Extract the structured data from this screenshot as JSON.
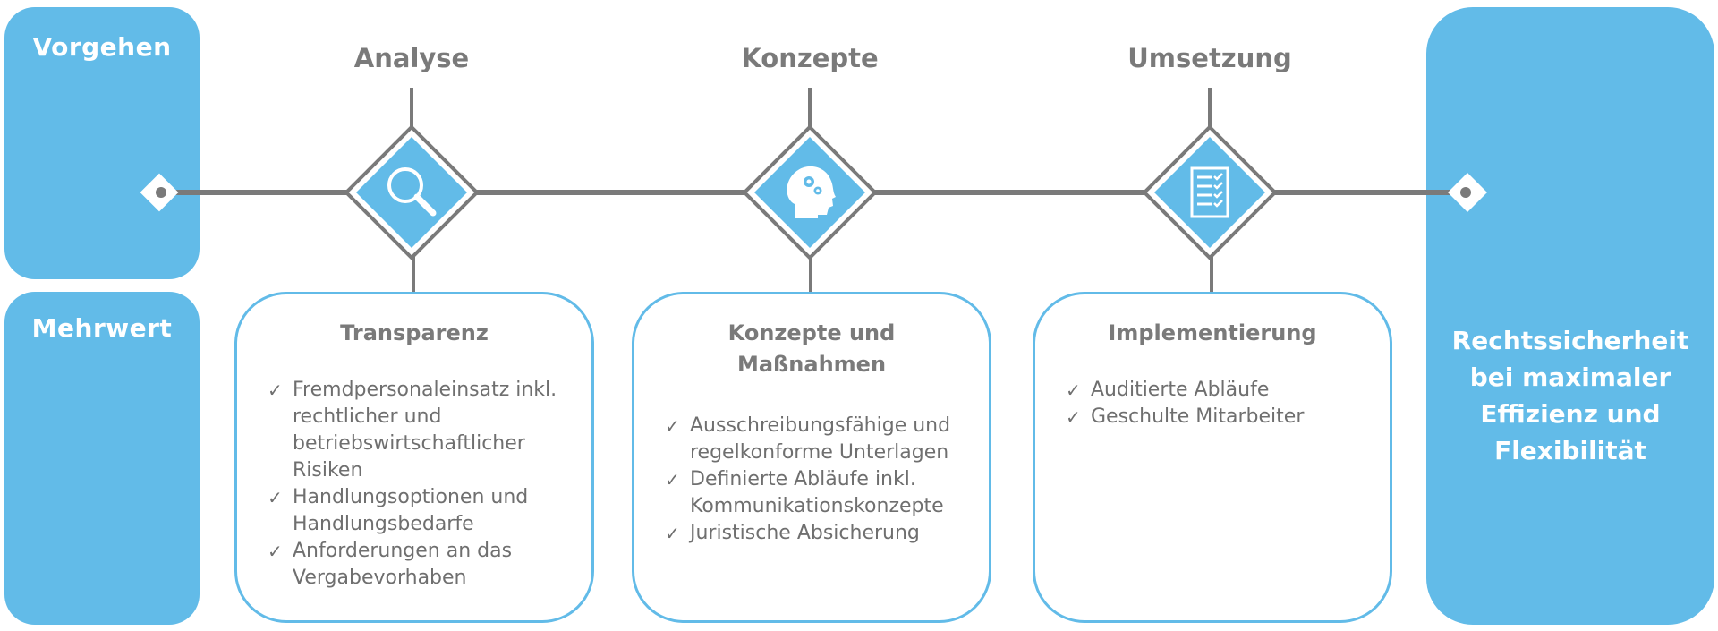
{
  "panels": {
    "vorgehen": "Vorgehen",
    "mehrwert": "Mehrwert",
    "result": [
      "Rechtssicherheit",
      "bei maximaler",
      "Effizienz und",
      "Flexibilität"
    ]
  },
  "phases": [
    {
      "title": "Analyse",
      "icon": "magnifier-icon",
      "card_title": [
        "Transparenz"
      ],
      "items": [
        [
          "Fremdpersonaleinsatz inkl.",
          "rechtlicher und",
          "betriebswirtschaftlicher",
          "Risiken"
        ],
        [
          "Handlungsoptionen und",
          "Handlungsbedarfe"
        ],
        [
          "Anforderungen an das",
          "Vergabevorhaben"
        ]
      ]
    },
    {
      "title": "Konzepte",
      "icon": "head-gears-icon",
      "card_title": [
        "Konzepte und",
        "Maßnahmen"
      ],
      "items": [
        [
          "Ausschreibungsfähige und",
          "regelkonforme Unterlagen"
        ],
        [
          "Definierte Abläufe inkl.",
          "Kommunikationskonzepte"
        ],
        [
          "Juristische Absicherung"
        ]
      ]
    },
    {
      "title": "Umsetzung",
      "icon": "checklist-icon",
      "card_title": [
        "Implementierung"
      ],
      "items": [
        [
          "Auditierte Abläufe"
        ],
        [
          "Geschulte Mitarbeiter"
        ]
      ]
    }
  ],
  "check_glyph": "✓",
  "colors": {
    "accent": "#62bbe8",
    "line": "#7a7a7a",
    "text": "#7a7a7a"
  }
}
